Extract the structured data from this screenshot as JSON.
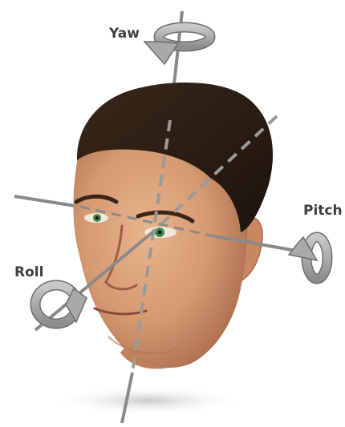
{
  "labels": {
    "yaw": "Yaw",
    "pitch": "Pitch",
    "roll": "Roll"
  },
  "colors": {
    "background": "#ffffff",
    "axis_line": "#8a8a8a",
    "arrow_fill": "#a9a9a9",
    "arrow_stroke": "#6e6e6e",
    "label_text": "#3f3f3f",
    "skin": "#d79b73",
    "hair": "#2b1d12",
    "eye": "#3d8a4a"
  },
  "icons": {
    "yaw": "rotate-arrow-icon",
    "pitch": "rotate-arrow-icon",
    "roll": "rotate-arrow-icon"
  }
}
